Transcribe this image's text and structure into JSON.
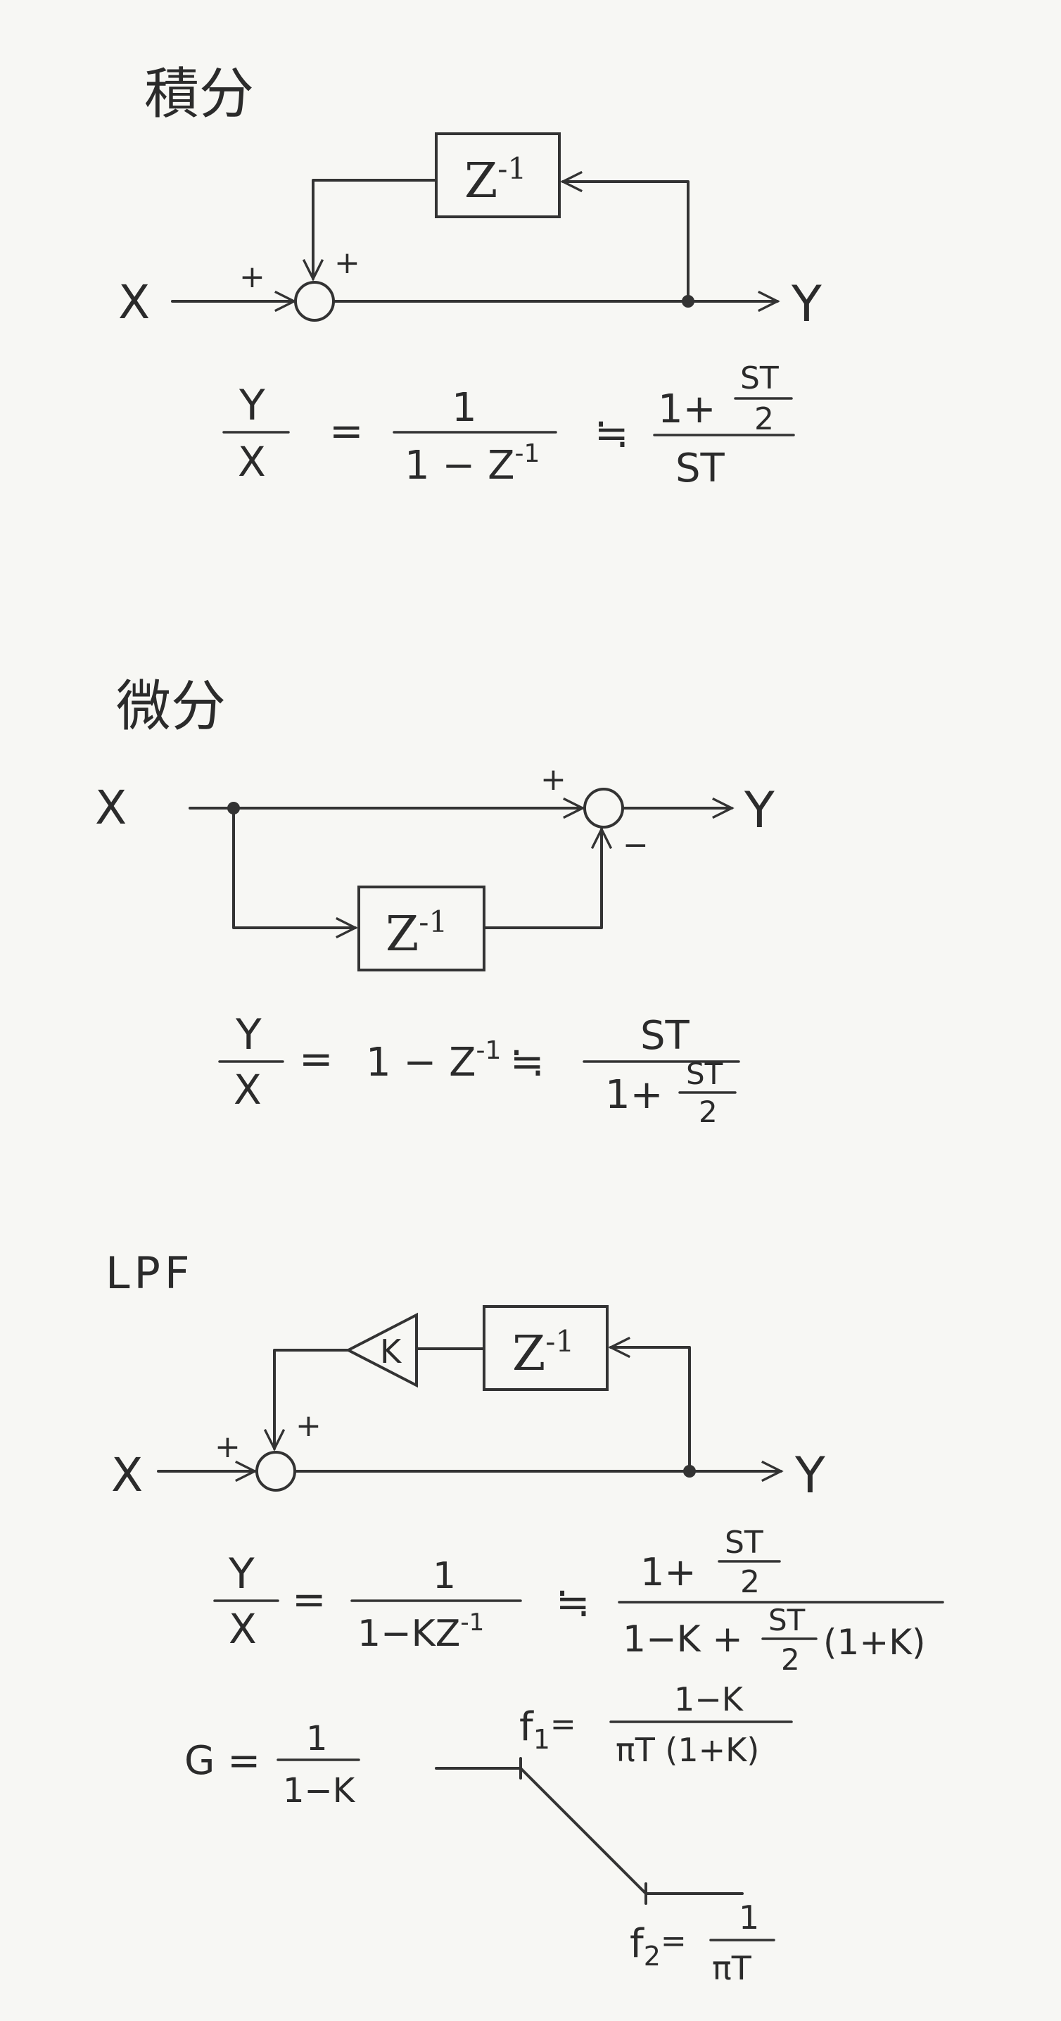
{
  "sections": {
    "integral": {
      "title": "積分",
      "input": "X",
      "output": "Y",
      "delay": "Z",
      "delay_exp": "-1",
      "sign_input": "+",
      "sign_feedback": "+",
      "eq": {
        "lhs_num": "Y",
        "lhs_den": "X",
        "eq": "=",
        "f1_num": "1",
        "f1_den": "1 − Z",
        "f1_den_exp": "-1",
        "approx": "≒",
        "f2_num": "1+",
        "f2_num_frac_num": "ST",
        "f2_num_frac_den": "2",
        "f2_den": "ST"
      }
    },
    "derivative": {
      "title": "微分",
      "input": "X",
      "output": "Y",
      "delay": "Z",
      "delay_exp": "-1",
      "sign_plus": "+",
      "sign_minus": "−",
      "eq": {
        "lhs_num": "Y",
        "lhs_den": "X",
        "eq": "=",
        "rhs": "1 − Z",
        "rhs_exp": "-1",
        "approx": "≒",
        "f_num": "ST",
        "f_den": "1+",
        "f_den_frac_num": "ST",
        "f_den_frac_den": "2"
      }
    },
    "lpf": {
      "title": "LPF",
      "input": "X",
      "output": "Y",
      "gain": "K",
      "delay": "Z",
      "delay_exp": "-1",
      "sign_input": "+",
      "sign_feedback": "+",
      "eq": {
        "lhs_num": "Y",
        "lhs_den": "X",
        "eq": "=",
        "f1_num": "1",
        "f1_den": "1−KZ",
        "f1_den_exp": "-1",
        "approx": "≒",
        "f2_num": "1+",
        "f2_num_frac_num": "ST",
        "f2_num_frac_den": "2",
        "f2_den_a": "1−K +",
        "f2_den_frac_num": "ST",
        "f2_den_frac_den": "2",
        "f2_den_b": "(1+K)"
      },
      "gain_eq": {
        "label": "G =",
        "num": "1",
        "den": "1−K"
      },
      "f1": {
        "label": "f",
        "sub": "1",
        "eq": "=",
        "num": "1−K",
        "den": "πT (1+K)"
      },
      "f2": {
        "label": "f",
        "sub": "2",
        "eq": "=",
        "num": "1",
        "den": "πT"
      }
    }
  }
}
